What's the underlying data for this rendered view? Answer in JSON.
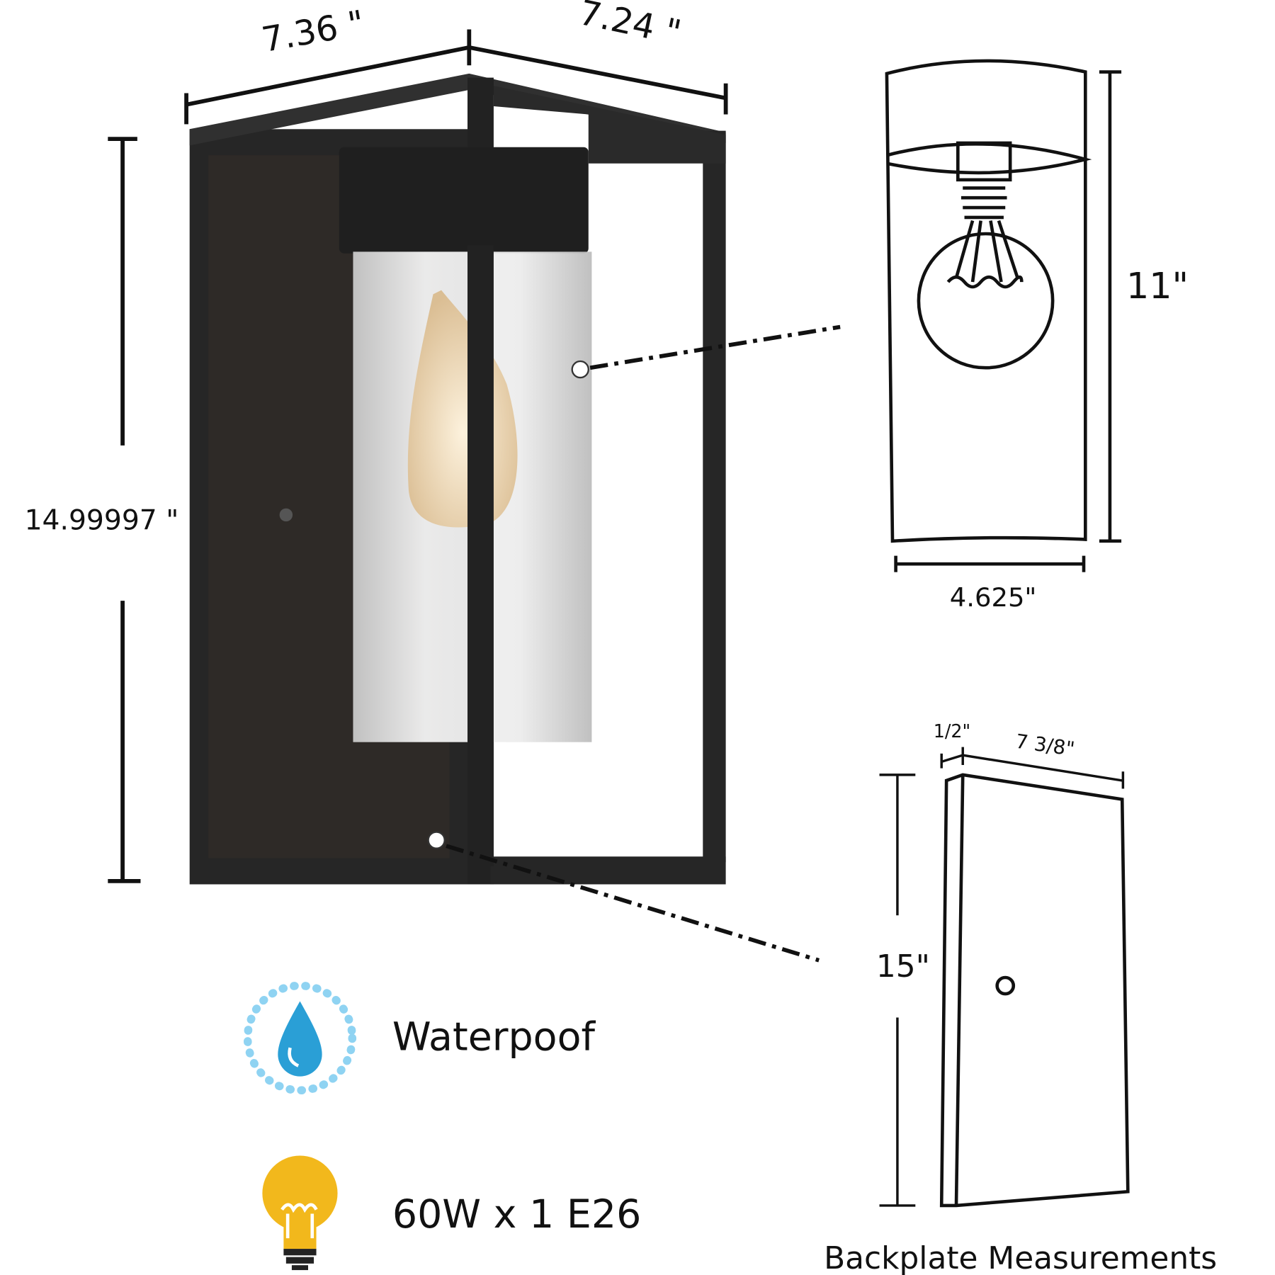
{
  "dimensions": {
    "width_left": "7.36 \"",
    "width_right": "7.24 \"",
    "height": "14.99997 \"",
    "shade_height": "11\"",
    "shade_width": "4.625\"",
    "backplate_depth": "1/2\"",
    "backplate_width": "7 3/8\"",
    "backplate_height": "15\""
  },
  "features": [
    {
      "label": "Waterpoof",
      "icon": "water-drop-icon",
      "color": "#2a9fd6"
    },
    {
      "label": "60W x 1 E26",
      "icon": "light-bulb-icon",
      "color": "#f2b81c"
    }
  ],
  "backplate_caption": "Backplate Measurements",
  "colors": {
    "fixture": "#262626",
    "line": "#111111"
  }
}
